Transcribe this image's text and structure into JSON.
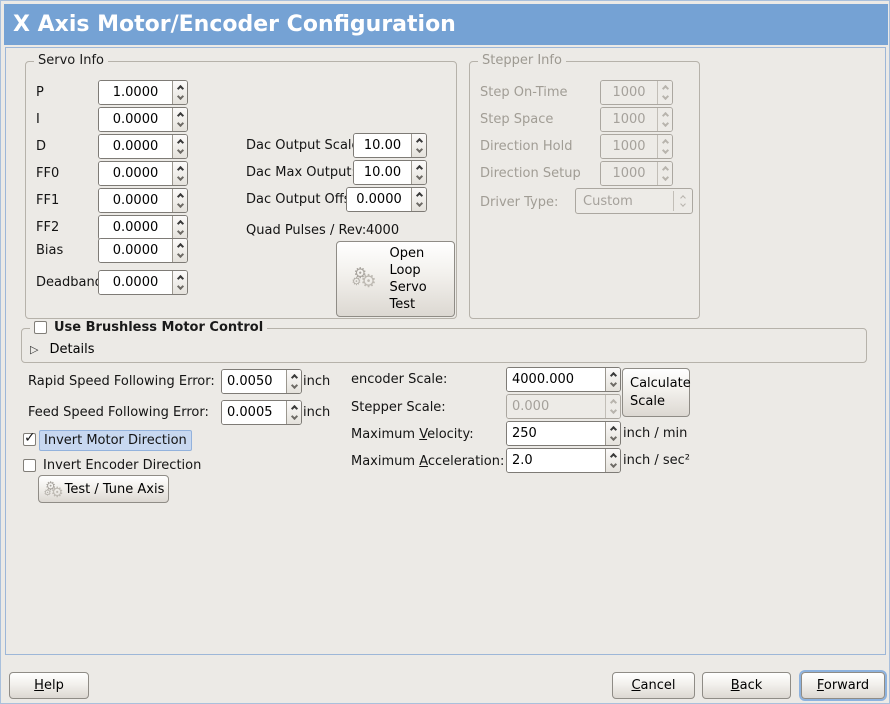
{
  "window": {
    "title": "X Axis Motor/Encoder Configuration"
  },
  "colors": {
    "titlebar_bg": "#75A2D4",
    "focus_ring": "#8DB2DE",
    "selection_bg": "#C8D8F0"
  },
  "icons": {
    "expander_collapsed": "▷",
    "gear": "⚙",
    "check": "✓"
  },
  "servo_info": {
    "title": "Servo Info",
    "rows": [
      {
        "label": "P",
        "value": "1.0000"
      },
      {
        "label": "I",
        "value": "0.0000"
      },
      {
        "label": "D",
        "value": "0.0000"
      },
      {
        "label": "FF0",
        "value": "0.0000"
      },
      {
        "label": "FF1",
        "value": "0.0000"
      },
      {
        "label": "FF2",
        "value": "0.0000"
      },
      {
        "label": "Bias",
        "value": "0.0000"
      },
      {
        "label": "Deadband",
        "value": "0.0000"
      }
    ]
  },
  "dac": {
    "output_scale_label": "Dac Output Scale:",
    "output_scale_value": "10.00",
    "max_output_label": "Dac Max Output:",
    "max_output_value": "10.00",
    "output_offset_label": "Dac Output Offset:",
    "output_offset_value": "0.0000",
    "quad_pulses_label": "Quad Pulses / Rev:",
    "quad_pulses_value": "4000",
    "open_loop_button": "Open Loop Servo Test"
  },
  "stepper_info": {
    "title": "Stepper Info",
    "rows": [
      {
        "label": "Step On-Time",
        "value": "1000"
      },
      {
        "label": "Step Space",
        "value": "1000"
      },
      {
        "label": "Direction Hold",
        "value": "1000"
      },
      {
        "label": "Direction Setup",
        "value": "1000"
      }
    ],
    "driver_type_label": "Driver Type:",
    "driver_type_value": "Custom"
  },
  "brushless": {
    "checkbox_label": "Use Brushless Motor Control",
    "checkbox_checked": false,
    "details_label": "Details"
  },
  "following_error": {
    "rapid_label": "Rapid Speed Following Error:",
    "rapid_value": "0.0050",
    "rapid_unit": "inch",
    "feed_label": "Feed Speed Following Error:",
    "feed_value": "0.0005",
    "feed_unit": "inch"
  },
  "scale": {
    "encoder_label": "encoder Scale:",
    "encoder_value": "4000.000",
    "stepper_label": "Stepper Scale:",
    "stepper_value": "0.000",
    "calculate_button": "Calculate Scale",
    "max_velocity": {
      "pre": "Maximum ",
      "mn": "V",
      "post": "elocity:"
    },
    "max_velocity_value": "250",
    "max_velocity_unit": "inch / min",
    "max_accel": {
      "pre": "Maximum ",
      "mn": "A",
      "post": "cceleration:"
    },
    "max_accel_value": "2.0",
    "max_accel_unit": "inch / sec²"
  },
  "invert": {
    "motor_label": "Invert Motor Direction",
    "motor_checked": true,
    "encoder_label": "Invert Encoder Direction",
    "encoder_checked": false
  },
  "test_tune_button": "Test / Tune Axis",
  "actions": {
    "help": {
      "mn": "H",
      "post": "elp"
    },
    "cancel": {
      "mn": "C",
      "post": "ancel"
    },
    "back": {
      "mn": "B",
      "post": "ack"
    },
    "forward": {
      "mn": "F",
      "post": "orward"
    }
  }
}
